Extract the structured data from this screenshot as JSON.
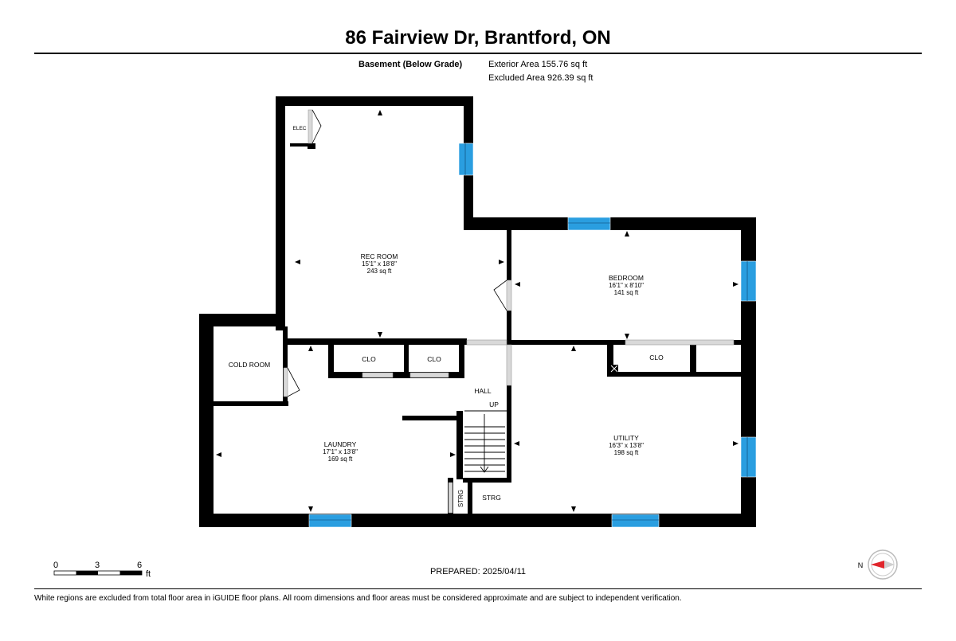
{
  "header": {
    "address": "86 Fairview Dr, Brantford, ON",
    "level": "Basement (Below Grade)",
    "exterior_area": "Exterior Area 155.76 sq ft",
    "excluded_area": "Excluded Area 926.39 sq ft"
  },
  "rooms": {
    "rec_room": {
      "name": "REC ROOM",
      "dims": "15'1\" x 18'8\"",
      "area": "243 sq ft"
    },
    "bedroom": {
      "name": "BEDROOM",
      "dims": "16'1\" x 8'10\"",
      "area": "141 sq ft"
    },
    "laundry": {
      "name": "LAUNDRY",
      "dims": "17'1\" x 13'8\"",
      "area": "169 sq ft"
    },
    "utility": {
      "name": "UTILITY",
      "dims": "16'3\" x 13'8\"",
      "area": "198 sq ft"
    },
    "cold_room": {
      "name": "COLD ROOM"
    },
    "hall": {
      "name": "HALL"
    },
    "elec": {
      "name": "ELEC"
    },
    "closet_1": {
      "name": "CLO"
    },
    "closet_2": {
      "name": "CLO"
    },
    "closet_3": {
      "name": "CLO"
    },
    "storage_1": {
      "name": "STRG"
    },
    "storage_2": {
      "name": "STRG"
    },
    "stairs": {
      "name": "UP"
    }
  },
  "scale_bar": {
    "labels": [
      "0",
      "3",
      "6"
    ],
    "unit": "ft"
  },
  "compass": {
    "label": "N",
    "needle_color": "#e0252b"
  },
  "footer": {
    "prepared": "PREPARED: 2025/04/11",
    "disclaimer": "White regions are excluded from total floor area in iGUIDE floor plans. All room dimensions and floor areas must be considered approximate and are subject to independent verification."
  },
  "colors": {
    "wall": "#000000",
    "window": "#2a9ee0",
    "door": "#d6d6d6"
  }
}
